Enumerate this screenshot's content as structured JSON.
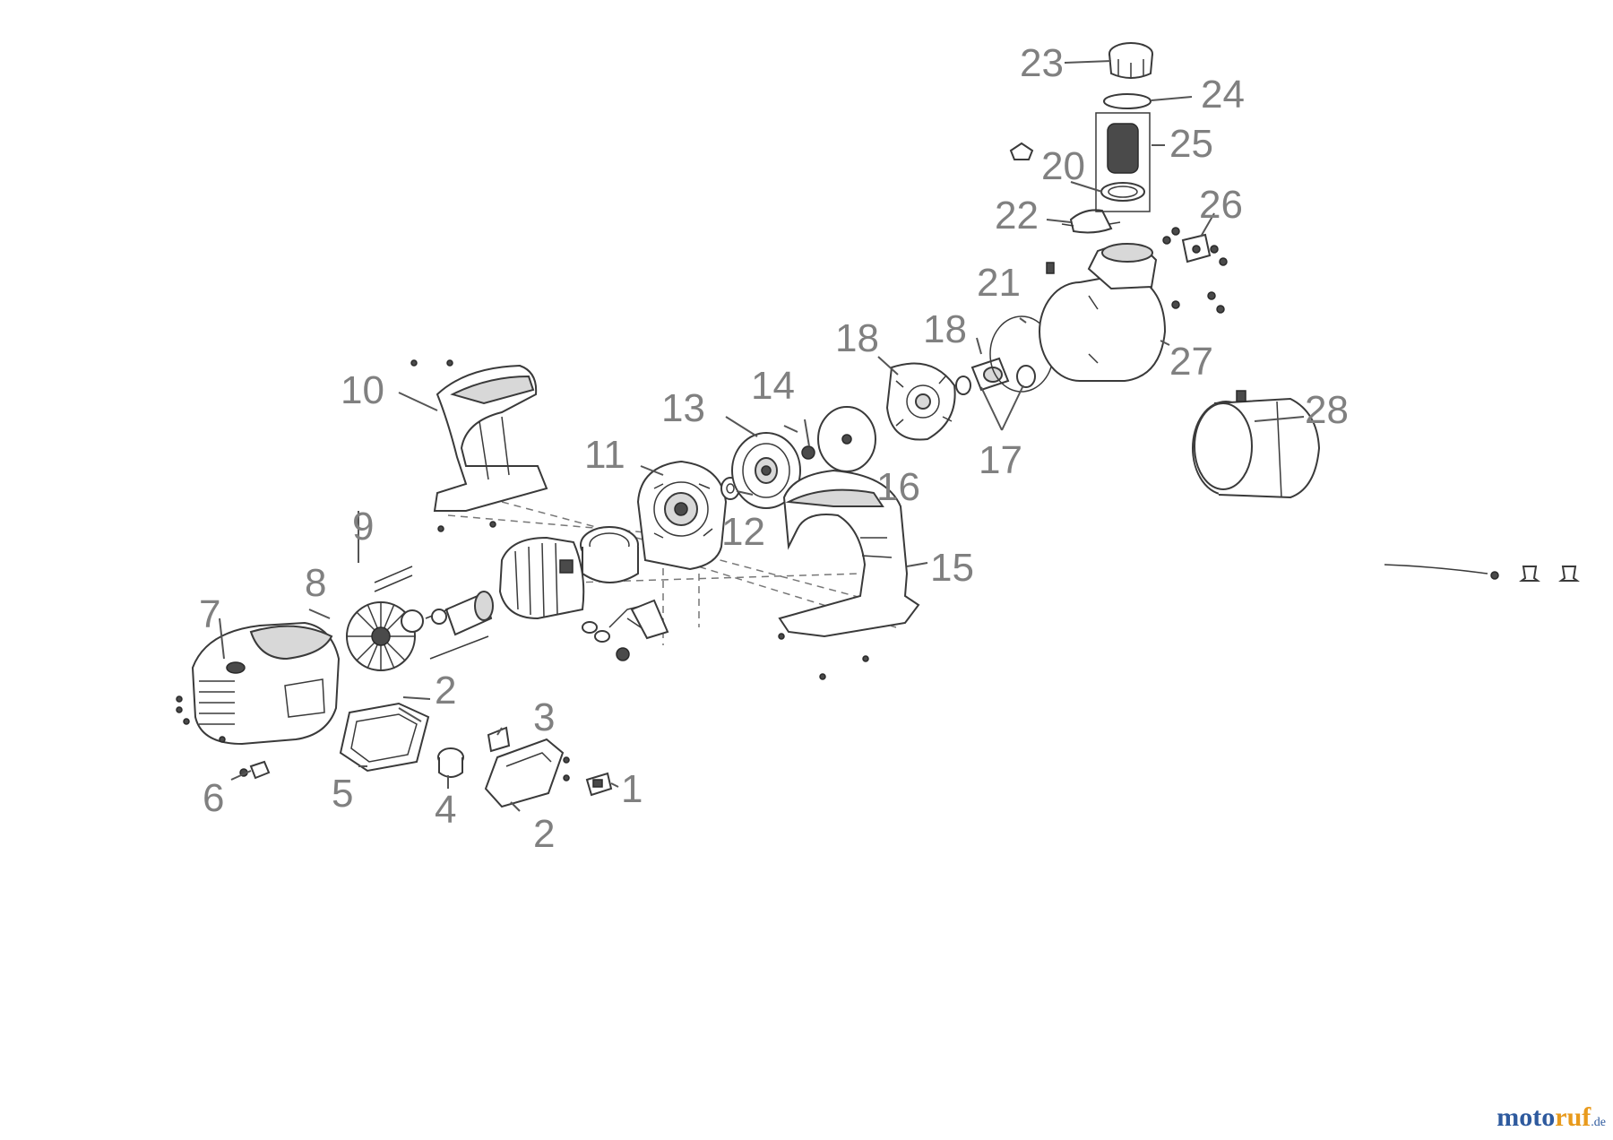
{
  "callouts": {
    "c1": "1",
    "c2a": "2",
    "c2b": "2",
    "c3": "3",
    "c4": "4",
    "c5": "5",
    "c6": "6",
    "c7": "7",
    "c8": "8",
    "c9": "9",
    "c10": "10",
    "c11": "11",
    "c12": "12",
    "c13": "13",
    "c14": "14",
    "c15": "15",
    "c16": "16",
    "c17": "17",
    "c18a": "18",
    "c18b": "18",
    "c20": "20",
    "c21": "21",
    "c22": "22",
    "c23": "23",
    "c24": "24",
    "c25": "25",
    "c26": "26",
    "c27": "27",
    "c28": "28"
  },
  "watermark": {
    "part1": "moto",
    "part2": "ruf",
    "part3": ".de"
  }
}
